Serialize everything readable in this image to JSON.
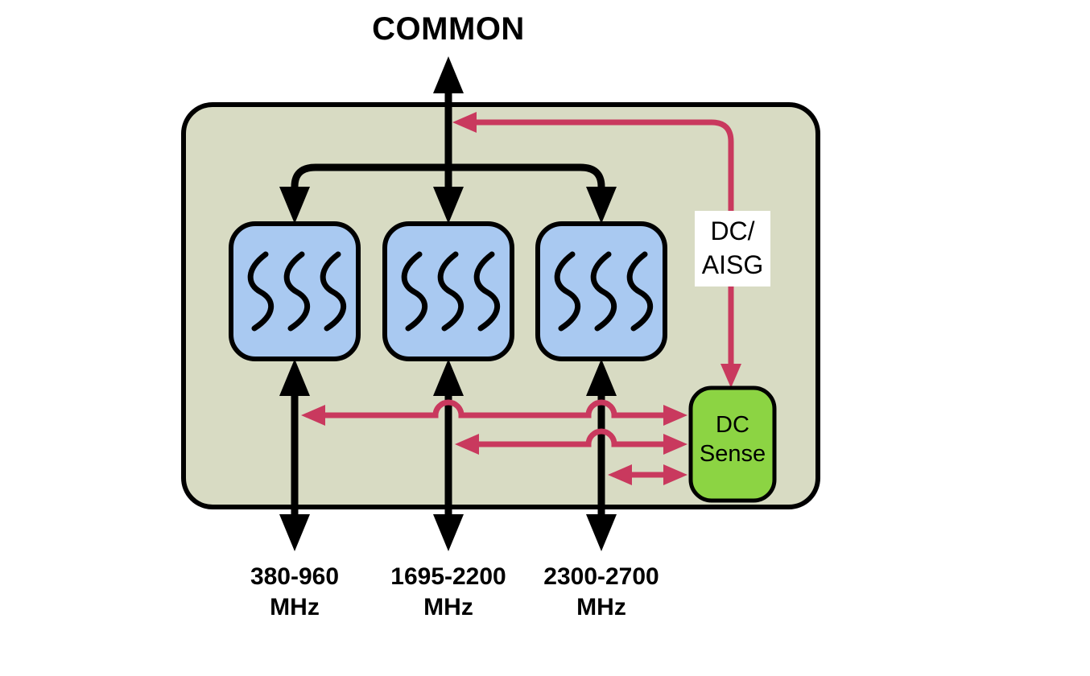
{
  "colors": {
    "background": "#ffffff",
    "line": "#000000",
    "accent": "#c9395e",
    "enclosure_fill": "#d8dbc3",
    "filter_fill": "#a9c9f1",
    "dc_sense_fill": "#8cd443",
    "label_bg": "#ffffff",
    "text": "#000000"
  },
  "diagram": {
    "common_port": {
      "label": "COMMON"
    },
    "dc_aisg_label": {
      "line1": "DC/",
      "line2": "AISG"
    },
    "dc_sense": {
      "line1": "DC",
      "line2": "Sense"
    },
    "ports": [
      {
        "range": "380-960",
        "unit": "MHz"
      },
      {
        "range": "1695-2200",
        "unit": "MHz"
      },
      {
        "range": "2300-2700",
        "unit": "MHz"
      }
    ]
  }
}
